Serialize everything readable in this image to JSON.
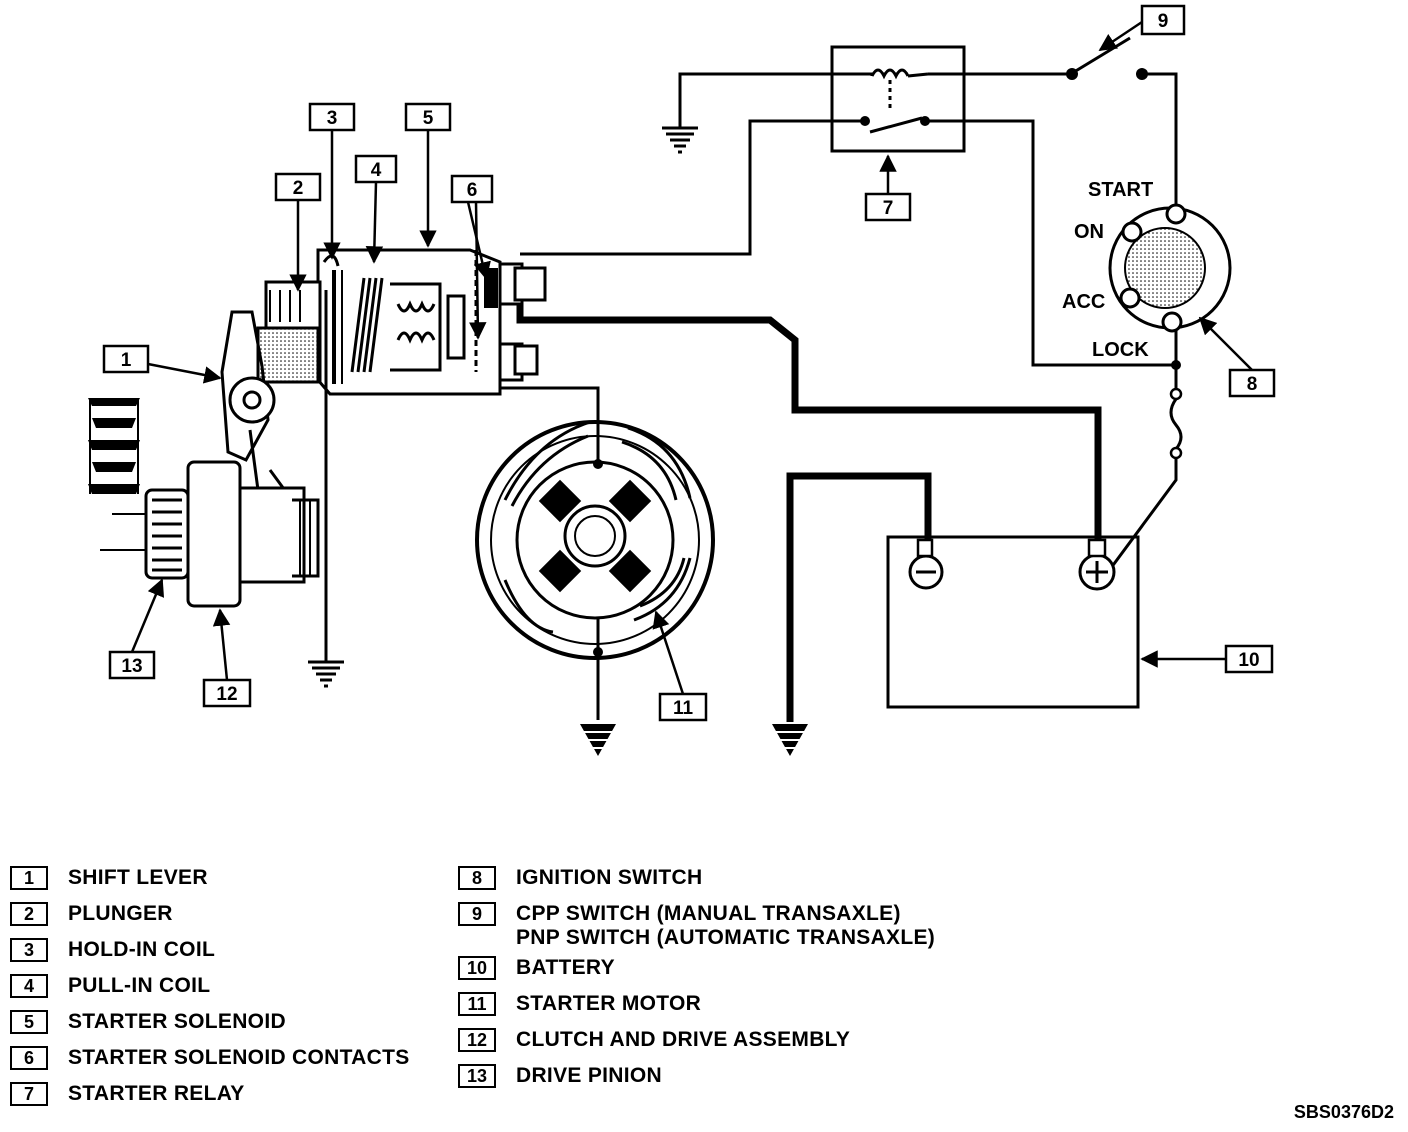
{
  "callouts": {
    "c1": "1",
    "c2": "2",
    "c3": "3",
    "c4": "4",
    "c5": "5",
    "c6": "6",
    "c7": "7",
    "c8": "8",
    "c9": "9",
    "c10": "10",
    "c11": "11",
    "c12": "12",
    "c13": "13"
  },
  "ignition_positions": {
    "start": "START",
    "on": "ON",
    "acc": "ACC",
    "lock": "LOCK"
  },
  "legend": {
    "left": [
      {
        "num": "1",
        "text": "SHIFT LEVER"
      },
      {
        "num": "2",
        "text": "PLUNGER"
      },
      {
        "num": "3",
        "text": "HOLD-IN COIL"
      },
      {
        "num": "4",
        "text": "PULL-IN COIL"
      },
      {
        "num": "5",
        "text": "STARTER SOLENOID"
      },
      {
        "num": "6",
        "text": "STARTER SOLENOID CONTACTS"
      },
      {
        "num": "7",
        "text": "STARTER RELAY"
      }
    ],
    "right": [
      {
        "num": "8",
        "text": "IGNITION SWITCH"
      },
      {
        "num": "9",
        "text": "CPP SWITCH (MANUAL TRANSAXLE)",
        "text2": "PNP SWITCH (AUTOMATIC TRANSAXLE)"
      },
      {
        "num": "10",
        "text": "BATTERY"
      },
      {
        "num": "11",
        "text": "STARTER MOTOR"
      },
      {
        "num": "12",
        "text": "CLUTCH AND DRIVE ASSEMBLY"
      },
      {
        "num": "13",
        "text": "DRIVE PINION"
      }
    ]
  },
  "reference_code": "SBS0376D2",
  "battery_terminals": {
    "negative": "⊖",
    "positive": "⊕"
  }
}
